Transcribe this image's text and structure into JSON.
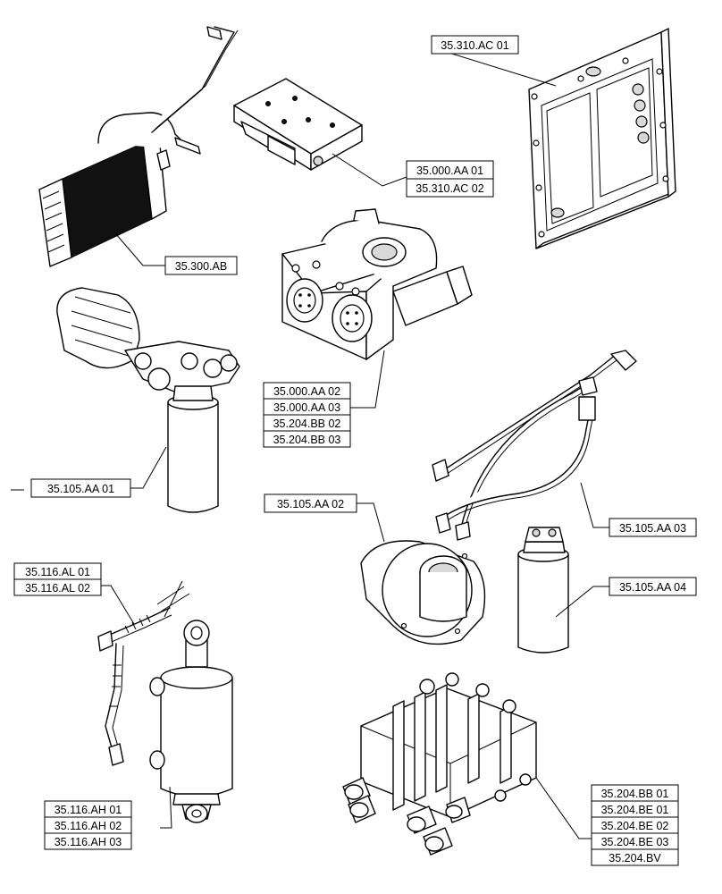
{
  "labels": {
    "l1": "35.310.AC 01",
    "l2a": "35.000.AA 01",
    "l2b": "35.310.AC 02",
    "l3": "35.300.AB",
    "l4a": "35.000.AA 02",
    "l4b": "35.000.AA 03",
    "l4c": "35.204.BB 02",
    "l4d": "35.204.BB 03",
    "l5": "35.105.AA 01",
    "l6": "35.105.AA 02",
    "l7": "35.105.AA 03",
    "l8": "35.105.AA 04",
    "l9a": "35.116.AL 01",
    "l9b": "35.116.AL 02",
    "l10a": "35.116.AH 01",
    "l10b": "35.116.AH 02",
    "l10c": "35.116.AH 03",
    "l11a": "35.204.BB 01",
    "l11b": "35.204.BE 01",
    "l11c": "35.204.BE 02",
    "l11d": "35.204.BE 03",
    "l11e": "35.204.BV"
  }
}
